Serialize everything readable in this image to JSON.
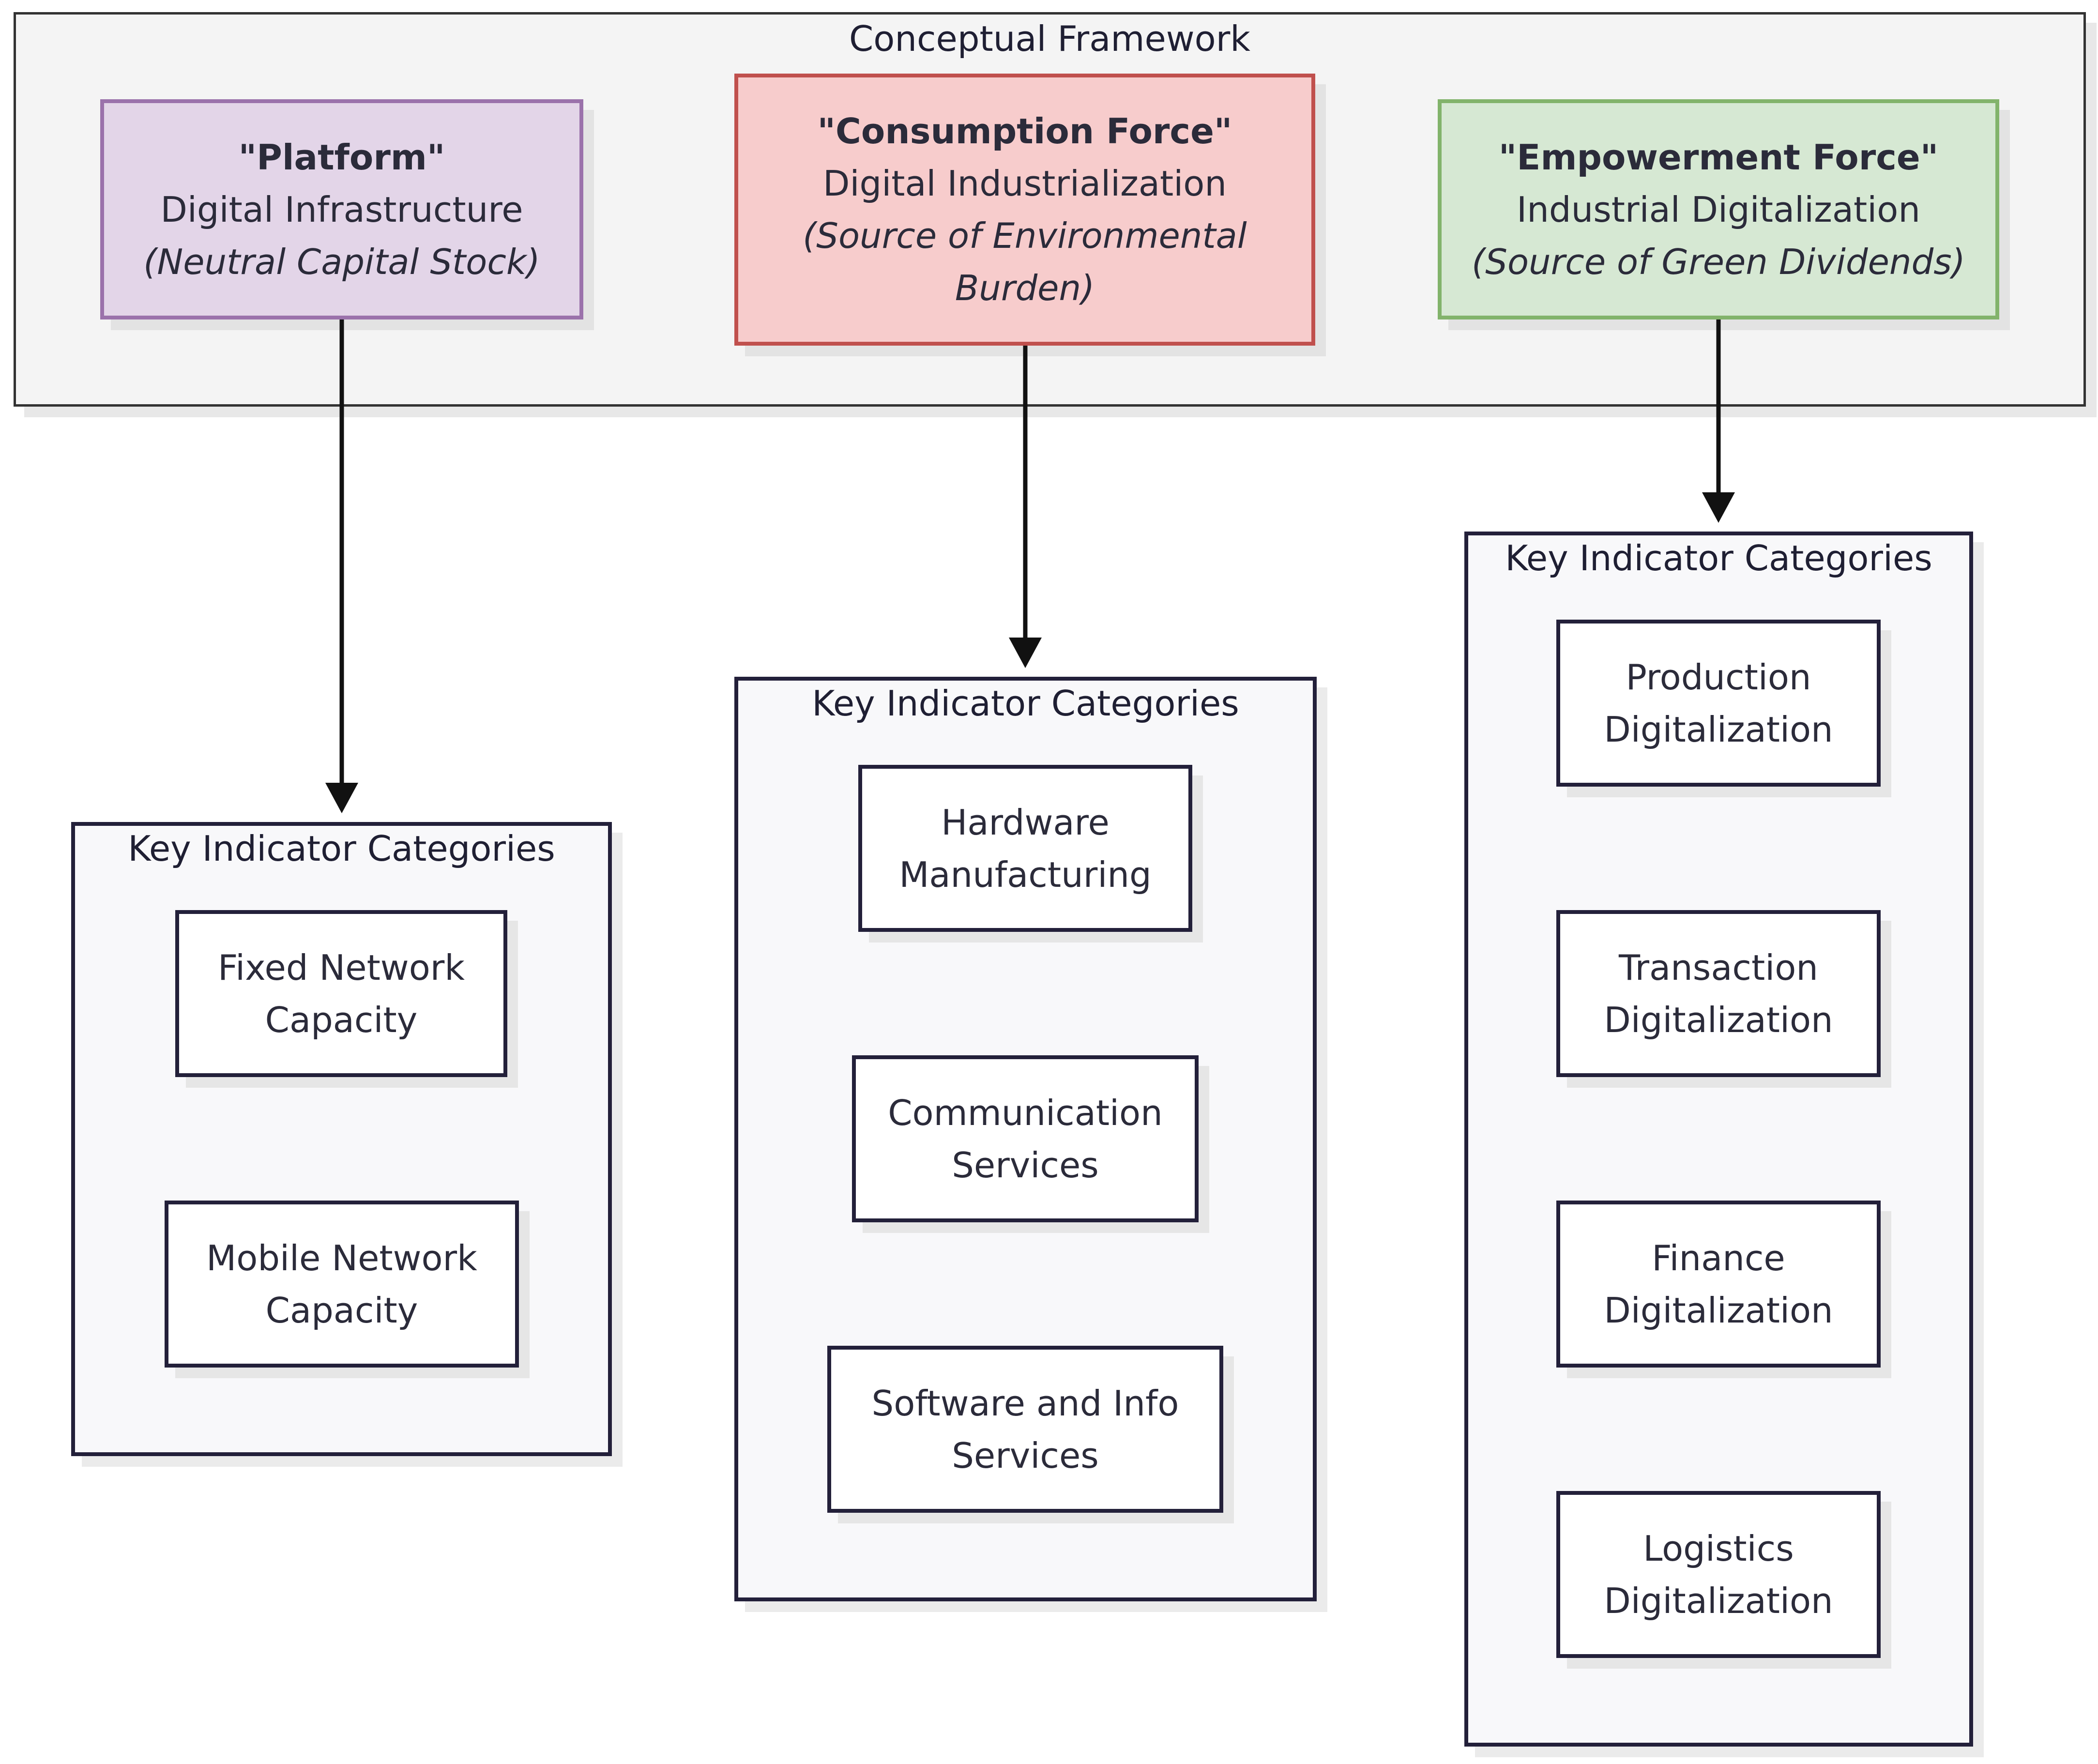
{
  "framework": {
    "title": "Conceptual Framework"
  },
  "forces": {
    "platform": {
      "title": "\"Platform\"",
      "subtitle": "Digital Infrastructure",
      "note": "(Neutral Capital Stock)"
    },
    "consumption": {
      "title": "\"Consumption Force\"",
      "subtitle": "Digital Industrialization",
      "note": "(Source of Environmental Burden)"
    },
    "empowerment": {
      "title": "\"Empowerment Force\"",
      "subtitle": "Industrial Digitalization",
      "note": "(Source of Green Dividends)"
    }
  },
  "groups": {
    "platform": {
      "title": "Key Indicator Categories",
      "items": [
        "Fixed Network Capacity",
        "Mobile Network Capacity"
      ]
    },
    "consumption": {
      "title": "Key Indicator Categories",
      "items": [
        "Hardware Manufacturing",
        "Communication Services",
        "Software and Info Services"
      ]
    },
    "empowerment": {
      "title": "Key Indicator Categories",
      "items": [
        "Production Digitalization",
        "Transaction Digitalization",
        "Finance Digitalization",
        "Logistics Digitalization"
      ]
    }
  }
}
